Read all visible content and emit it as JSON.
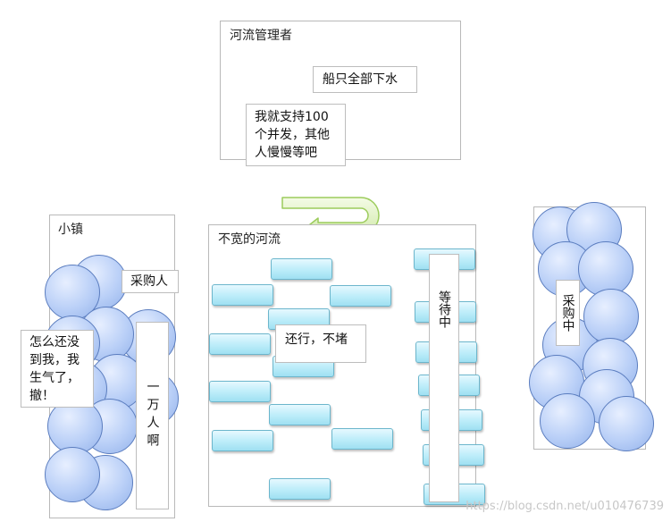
{
  "manager": {
    "title": "河流管理者",
    "note_all_boats": "船只全部下水",
    "note_support": [
      "我就支持100",
      "个并发，其他",
      "人慢慢等吧"
    ]
  },
  "town": {
    "title": "小镇",
    "note_buyer": "采购人",
    "note_angry": [
      "怎么还没",
      "到我，我",
      "生气了，",
      "撤！"
    ],
    "note_crowd": "一万人啊"
  },
  "river": {
    "title": "不宽的河流",
    "note_passable": "还行，不堵",
    "note_waiting": "等待中"
  },
  "right_group": {
    "note_buying": "采购中"
  },
  "watermark": "https://blog.csdn.net/u010476739"
}
